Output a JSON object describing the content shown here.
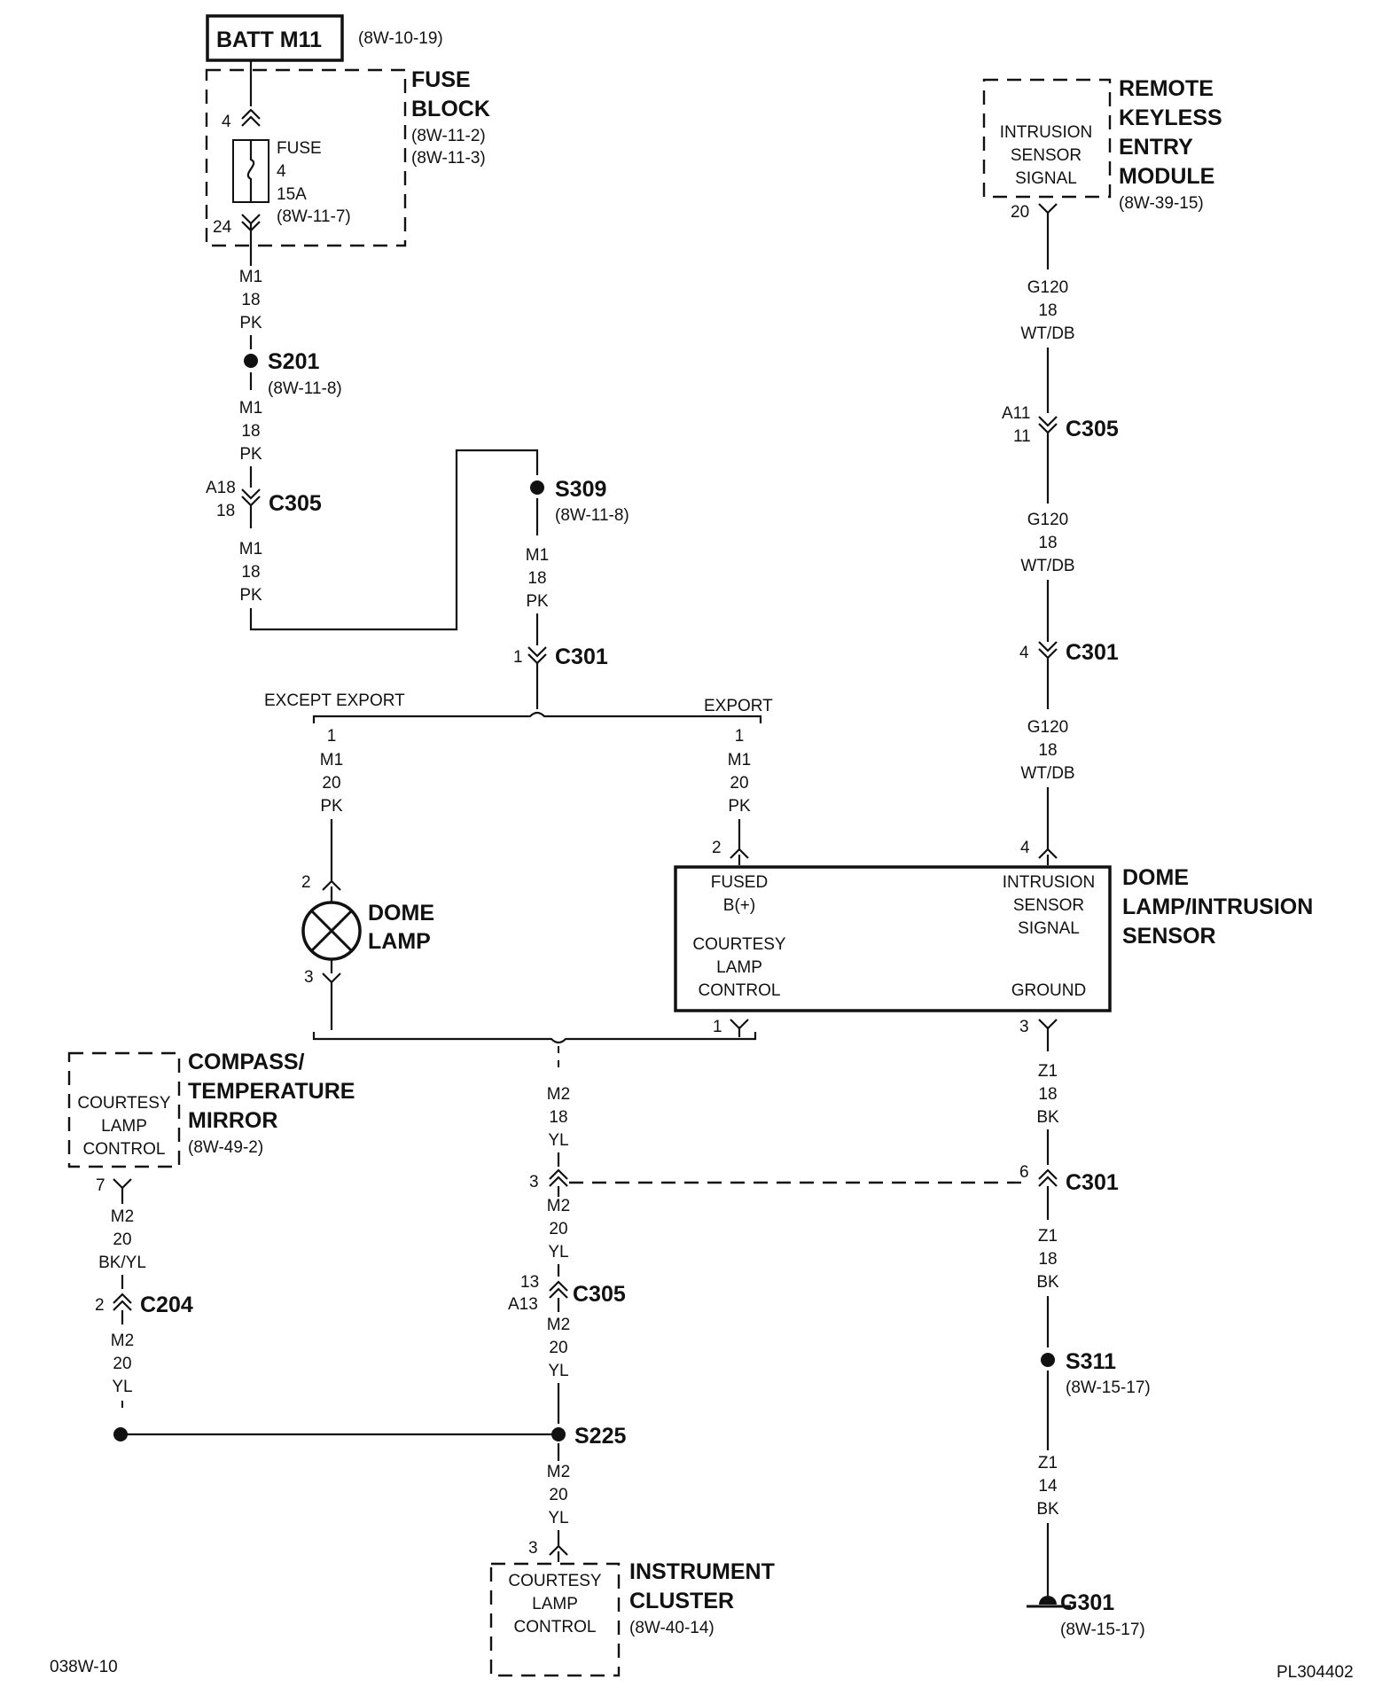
{
  "batt": {
    "label": "BATT M11",
    "ref": "(8W-10-19)"
  },
  "fuse_block": {
    "title1": "FUSE",
    "title2": "BLOCK",
    "ref1": "(8W-11-2)",
    "ref2": "(8W-11-3)",
    "pin_top": "4",
    "pin_bottom": "24",
    "fuse_l1": "FUSE",
    "fuse_l2": "4",
    "fuse_l3": "15A",
    "fuse_ref": "(8W-11-7)"
  },
  "wire_m1_a": {
    "l1": "M1",
    "l2": "18",
    "l3": "PK"
  },
  "s201": {
    "label": "S201",
    "ref": "(8W-11-8)"
  },
  "wire_m1_b": {
    "l1": "M1",
    "l2": "18",
    "l3": "PK"
  },
  "c305_left": {
    "label": "C305",
    "pin_a": "A18",
    "pin_b": "18"
  },
  "wire_m1_c": {
    "l1": "M1",
    "l2": "18",
    "l3": "PK"
  },
  "s309": {
    "label": "S309",
    "ref": "(8W-11-8)"
  },
  "wire_m1_d": {
    "l1": "M1",
    "l2": "18",
    "l3": "PK"
  },
  "c301_mid": {
    "label": "C301",
    "pin": "1"
  },
  "branch": {
    "except_export": "EXCEPT EXPORT",
    "export": "EXPORT"
  },
  "wire_m1_dome": {
    "pin": "1",
    "l1": "M1",
    "l2": "20",
    "l3": "PK"
  },
  "wire_m1_export": {
    "pin": "1",
    "l1": "M1",
    "l2": "20",
    "l3": "PK"
  },
  "dome_lamp": {
    "title1": "DOME",
    "title2": "LAMP",
    "pin_top": "2",
    "pin_bottom": "3"
  },
  "rke": {
    "title1": "REMOTE",
    "title2": "KEYLESS",
    "title3": "ENTRY",
    "title4": "MODULE",
    "ref": "(8W-39-15)",
    "in1": "INTRUSION",
    "in2": "SENSOR",
    "in3": "SIGNAL",
    "pin": "20"
  },
  "wire_g120_a": {
    "l1": "G120",
    "l2": "18",
    "l3": "WT/DB"
  },
  "c305_right": {
    "label": "C305",
    "pin_a": "A11",
    "pin_b": "11"
  },
  "wire_g120_b": {
    "l1": "G120",
    "l2": "18",
    "l3": "WT/DB"
  },
  "c301_right": {
    "label": "C301",
    "pin": "4"
  },
  "wire_g120_c": {
    "l1": "G120",
    "l2": "18",
    "l3": "WT/DB"
  },
  "dome_sensor": {
    "title1": "DOME",
    "title2": "LAMP/INTRUSION",
    "title3": "SENSOR",
    "pin_fused": "2",
    "pin_signal": "4",
    "pin_courtesy": "1",
    "pin_ground": "3",
    "fused1": "FUSED",
    "fused2": "B(+)",
    "sig1": "INTRUSION",
    "sig2": "SENSOR",
    "sig3": "SIGNAL",
    "court1": "COURTESY",
    "court2": "LAMP",
    "court3": "CONTROL",
    "ground": "GROUND"
  },
  "compass": {
    "title1": "COMPASS/",
    "title2": "TEMPERATURE",
    "title3": "MIRROR",
    "ref": "(8W-49-2)",
    "in1": "COURTESY",
    "in2": "LAMP",
    "in3": "CONTROL",
    "pin": "7"
  },
  "wire_m2_top": {
    "l1": "M2",
    "l2": "18",
    "l3": "YL"
  },
  "c301_lower": {
    "label": "C301",
    "pin_left": "3",
    "pin_right": "6"
  },
  "wire_m2_mid": {
    "l1": "M2",
    "l2": "20",
    "l3": "YL"
  },
  "c305_lower": {
    "label": "C305",
    "pin_a": "13",
    "pin_b": "A13"
  },
  "wire_m2_low": {
    "l1": "M2",
    "l2": "20",
    "l3": "YL"
  },
  "wire_m2_compass": {
    "l1": "M2",
    "l2": "20",
    "l3": "BK/YL"
  },
  "c204": {
    "label": "C204",
    "pin": "2"
  },
  "wire_m2_compass_low": {
    "l1": "M2",
    "l2": "20",
    "l3": "YL"
  },
  "s225": {
    "label": "S225"
  },
  "wire_m2_cluster": {
    "l1": "M2",
    "l2": "20",
    "l3": "YL"
  },
  "cluster": {
    "title1": "INSTRUMENT",
    "title2": "CLUSTER",
    "ref": "(8W-40-14)",
    "in1": "COURTESY",
    "in2": "LAMP",
    "in3": "CONTROL",
    "pin": "3"
  },
  "wire_z1_a": {
    "l1": "Z1",
    "l2": "18",
    "l3": "BK"
  },
  "wire_z1_b": {
    "l1": "Z1",
    "l2": "18",
    "l3": "BK"
  },
  "s311": {
    "label": "S311",
    "ref": "(8W-15-17)"
  },
  "wire_z1_c": {
    "l1": "Z1",
    "l2": "14",
    "l3": "BK"
  },
  "g301": {
    "label": "G301",
    "ref": "(8W-15-17)"
  },
  "footer": {
    "left": "038W-10",
    "right": "PL304402"
  }
}
